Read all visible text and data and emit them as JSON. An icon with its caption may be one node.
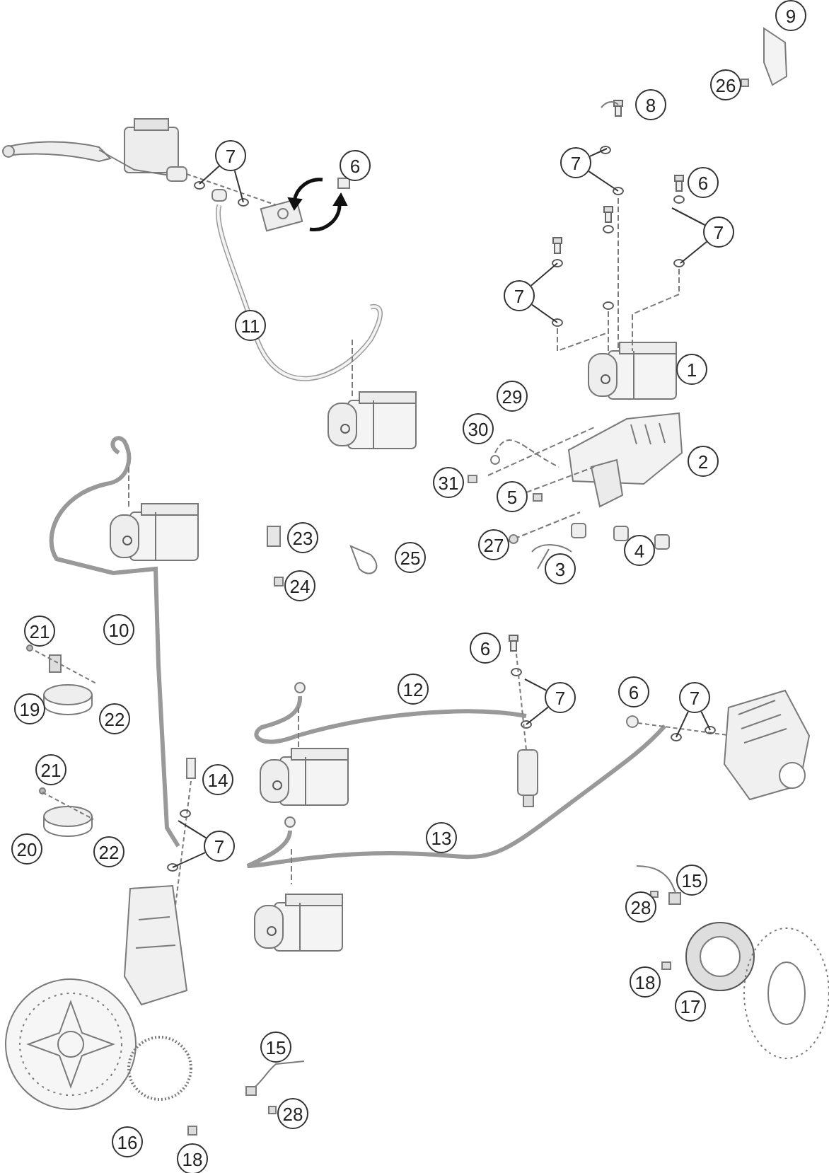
{
  "diagram": {
    "nodes": [
      {
        "text": [
          "9"
        ]
      },
      {
        "text": [
          "26"
        ]
      },
      {
        "text": [
          "8"
        ]
      },
      {
        "text": [
          "7"
        ]
      },
      {
        "text": [
          "7"
        ]
      },
      {
        "text": [
          "6"
        ]
      },
      {
        "text": [
          "6"
        ]
      },
      {
        "text": [
          "7"
        ]
      },
      {
        "text": [
          "7"
        ]
      },
      {
        "text": [
          "11"
        ]
      },
      {
        "text": [
          "1"
        ]
      },
      {
        "text": [
          "29"
        ]
      },
      {
        "text": [
          "30"
        ]
      },
      {
        "text": [
          "2"
        ]
      },
      {
        "text": [
          "31"
        ]
      },
      {
        "text": [
          "5"
        ]
      },
      {
        "text": [
          "23"
        ]
      },
      {
        "text": [
          "27"
        ]
      },
      {
        "text": [
          "4"
        ]
      },
      {
        "text": [
          "25"
        ]
      },
      {
        "text": [
          "3"
        ]
      },
      {
        "text": [
          "24"
        ]
      },
      {
        "text": [
          "10"
        ]
      },
      {
        "text": [
          "21"
        ]
      },
      {
        "text": [
          "6"
        ]
      },
      {
        "text": [
          "12"
        ]
      },
      {
        "text": [
          "7"
        ]
      },
      {
        "text": [
          "6"
        ]
      },
      {
        "text": [
          "7"
        ]
      },
      {
        "text": [
          "19"
        ]
      },
      {
        "text": [
          "22"
        ]
      },
      {
        "text": [
          "21"
        ]
      },
      {
        "text": [
          "14"
        ]
      },
      {
        "text": [
          "13"
        ]
      },
      {
        "text": [
          "7"
        ]
      },
      {
        "text": [
          "20"
        ]
      },
      {
        "text": [
          "22"
        ]
      },
      {
        "text": [
          "15"
        ]
      },
      {
        "text": [
          "28"
        ]
      },
      {
        "text": [
          "18"
        ]
      },
      {
        "text": [
          "17"
        ]
      },
      {
        "text": [
          "15"
        ]
      },
      {
        "text": [
          "28"
        ]
      },
      {
        "text": [
          "16"
        ]
      },
      {
        "text": [
          "18"
        ]
      }
    ],
    "edges": [
      {
        "from": 3,
        "to": null,
        "arrow": "none"
      },
      {
        "from": 3,
        "to": null,
        "arrow": "none"
      },
      {
        "from": 4,
        "to": null,
        "arrow": "none"
      },
      {
        "from": 4,
        "to": null,
        "arrow": "none"
      },
      {
        "from": 7,
        "to": null,
        "arrow": "none"
      },
      {
        "from": 7,
        "to": null,
        "arrow": "none"
      },
      {
        "from": 8,
        "to": null,
        "arrow": "none"
      },
      {
        "from": 8,
        "to": null,
        "arrow": "none"
      },
      {
        "from": 26,
        "to": null,
        "arrow": "none"
      },
      {
        "from": 26,
        "to": null,
        "arrow": "none"
      },
      {
        "from": 28,
        "to": null,
        "arrow": "none"
      },
      {
        "from": 28,
        "to": null,
        "arrow": "none"
      },
      {
        "from": 34,
        "to": null,
        "arrow": "none"
      },
      {
        "from": 34,
        "to": null,
        "arrow": "none"
      }
    ]
  }
}
